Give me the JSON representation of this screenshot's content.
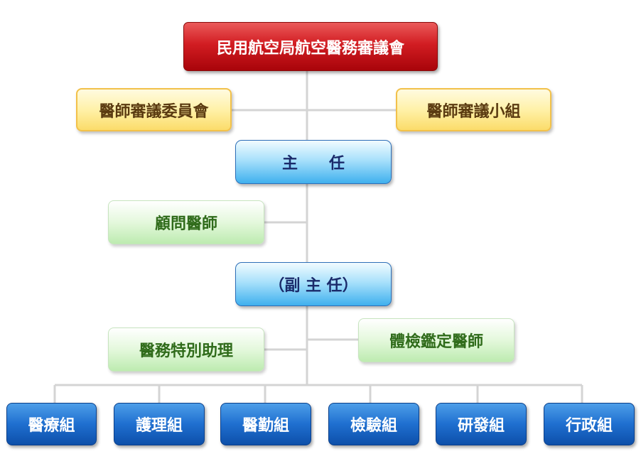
{
  "org_chart": {
    "root": {
      "label": "民用航空局航空醫務審議會"
    },
    "committees": [
      {
        "label": "醫師審議委員會"
      },
      {
        "label": "醫師審議小組"
      }
    ],
    "director": {
      "label": "主　　任"
    },
    "advisor": {
      "label": "顧問醫師"
    },
    "deputy_director": {
      "label": "（副 主 任）"
    },
    "special_assistant": {
      "label": "醫務特別助理"
    },
    "examiner": {
      "label": "體檢鑑定醫師"
    },
    "divisions": [
      {
        "label": "醫療組"
      },
      {
        "label": "護理組"
      },
      {
        "label": "醫勤組"
      },
      {
        "label": "檢驗組"
      },
      {
        "label": "研發組"
      },
      {
        "label": "行政組"
      }
    ]
  },
  "colors": {
    "root": "#d21d22",
    "committee": "#fff1a8",
    "director": "#a9e1fb",
    "advisor": "#e4f8dc",
    "division": "#1f6fd0",
    "connector": "#d4d4d4"
  }
}
